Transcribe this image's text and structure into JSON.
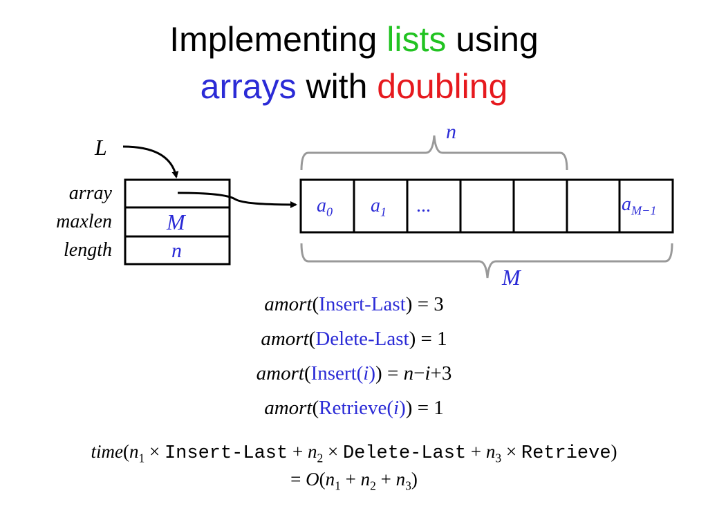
{
  "title": {
    "line1": {
      "part1": "Implementing ",
      "part2": "lists",
      "part3": " using"
    },
    "line2": {
      "part1": "arrays",
      "part2": " with ",
      "part3": "doubling"
    }
  },
  "colors": {
    "green": "#22c322",
    "blue": "#2b2bd6",
    "red": "#e6191e",
    "black": "#000000"
  },
  "header": {
    "pointer_label": "L",
    "fields": [
      "array",
      "maxlen",
      "length"
    ],
    "maxlen_value": "M",
    "length_value": "n"
  },
  "array": {
    "cell0": {
      "base": "a",
      "sub": "0"
    },
    "cell1": {
      "base": "a",
      "sub": "1"
    },
    "ellipsis": "...",
    "last": {
      "base": "a",
      "sub": "M−1"
    },
    "top_brace_label": "n",
    "bottom_brace_label": "M"
  },
  "equations": [
    {
      "fn": "amort",
      "op_open": "(",
      "op": "Insert-Last",
      "op_close": ")",
      "rhs": " = 3"
    },
    {
      "fn": "amort",
      "op_open": "(",
      "op": "Delete-Last",
      "op_close": ")",
      "rhs": " = 1"
    },
    {
      "fn": "amort",
      "op_open": "(",
      "op": "Insert(",
      "arg": "i",
      "op_tail": ")",
      "op_close": ")",
      "rhs_eq": " = ",
      "rhs_n": "n",
      "rhs_minus": "−",
      "rhs_i": "i",
      "rhs_plus": "+3"
    },
    {
      "fn": "amort",
      "op_open": "(",
      "op": "Retrieve(",
      "arg": "i",
      "op_tail": ")",
      "op_close": ")",
      "rhs": " = 1"
    }
  ],
  "formula": {
    "fn": "time",
    "open": "(",
    "n1": "n",
    "n1_sub": "1",
    "times": " × ",
    "op1": "Insert-Last",
    "plus": " + ",
    "n2": "n",
    "n2_sub": "2",
    "op2": "Delete-Last",
    "n3": "n",
    "n3_sub": "3",
    "op3": "Retrieve",
    "close": ")",
    "line2_eq": "=  ",
    "big_o": "O",
    "line2_open": "(",
    "line2_close": ")"
  }
}
